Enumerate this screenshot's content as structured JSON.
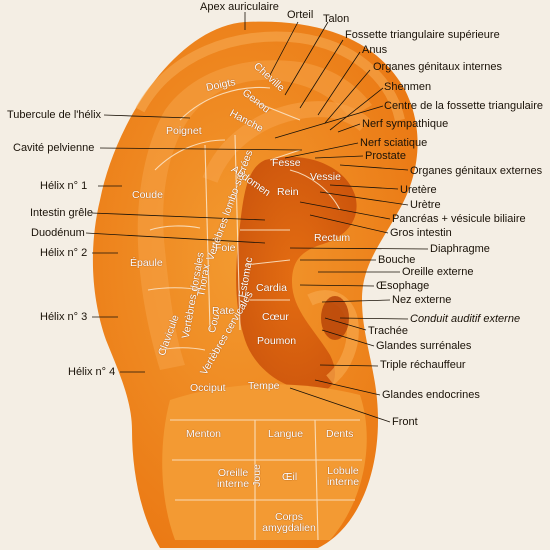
{
  "colors": {
    "background": "#f4eee4",
    "ear_outer": "#f08a1c",
    "ear_inner": "#e46f0f",
    "ear_shade": "#c9500a",
    "ear_light": "#f8a74a",
    "lines": "#fbe3c4",
    "pointers": "#1a1208"
  },
  "labels": {
    "apex_auriculaire": "Apex auriculaire",
    "orteil": "Orteil",
    "talon": "Talon",
    "fossette_sup": "Fossette triangulaire supérieure",
    "anus": "Anus",
    "organes_genitaux_internes": "Organes génitaux internes",
    "shenmen": "Shenmen",
    "centre_fossette": "Centre de la fossette triangulaire",
    "nerf_sympathique": "Nerf sympathique",
    "nerf_sciatique": "Nerf sciatique",
    "prostate": "Prostate",
    "organes_genitaux_externes": "Organes génitaux externes",
    "uretere": "Uretère",
    "uretre": "Urètre",
    "pancreas": "Pancréas + vésicule biliaire",
    "gros_intestin": "Gros intestin",
    "diaphragme": "Diaphragme",
    "bouche": "Bouche",
    "oreille_externe": "Oreille externe",
    "oesophage": "Œsophage",
    "nez_externe": "Nez externe",
    "conduit_auditif": "Conduit auditif externe",
    "trachee": "Trachée",
    "glandes_surrenales": "Glandes surrénales",
    "triple_rechauffeur": "Triple réchauffeur",
    "glandes_endocrines": "Glandes endocrines",
    "front": "Front",
    "tubercule_helix": "Tubercule de l'hélix",
    "cavite_pelvienne": "Cavité pelvienne",
    "helix_1": "Hélix n° 1",
    "intestin_grele": "Intestin grêle",
    "duodenum": "Duodénum",
    "helix_2": "Hélix n° 2",
    "helix_3": "Hélix n° 3",
    "helix_4": "Hélix n° 4"
  },
  "zones": {
    "doigts": "Doigts",
    "cheville": "Cheville",
    "genou": "Genou",
    "hanche": "Hanche",
    "poignet": "Poignet",
    "fesse": "Fesse",
    "vessie": "Vessie",
    "rein": "Rein",
    "coude": "Coude",
    "vertebres_lombo": "Vertèbres lombo-sacrées",
    "abdomen": "Abdomen",
    "rectum": "Rectum",
    "epaule": "Épaule",
    "foie": "Foie",
    "vertebres_dorsales": "Vertèbres dorsales",
    "thorax": "Thorax",
    "estomac": "Estomac",
    "cardia": "Cardia",
    "rate": "Rate",
    "coeur": "Cœur",
    "poumon": "Poumon",
    "clavicule": "Clavicule",
    "cou": "Cou",
    "vertebres_cervicales": "Vertèbres cervicales",
    "occiput": "Occiput",
    "tempe": "Tempe",
    "menton": "Menton",
    "langue": "Langue",
    "dents": "Dents",
    "oreille_interne": "Oreille interne",
    "joue": "Joue",
    "oeil": "Œil",
    "lobule": "Lobule interne",
    "corps_amygdalien": "Corps amygdalien"
  }
}
